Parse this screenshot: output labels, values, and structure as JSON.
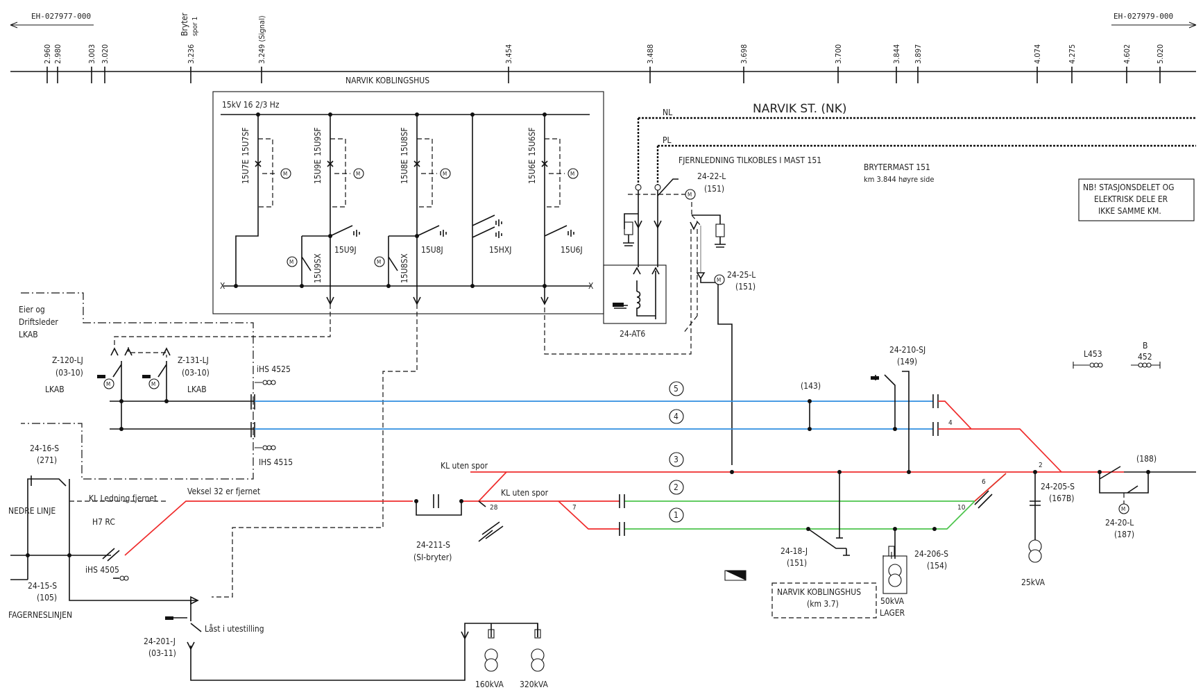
{
  "top": {
    "left_ref": "EH-027977-000",
    "right_ref": "EH-027979-000",
    "bryter_label": "Bryter",
    "bryter_sub": "spor 1",
    "km_marks": [
      "2.960",
      "2.980",
      "3.003",
      "3.020",
      "3.236",
      "3.249 (Signal)",
      "3.454",
      "3.488",
      "3.698",
      "3.700",
      "3.844",
      "3.897",
      "4.074",
      "4.275",
      "4.602",
      "5.020"
    ],
    "section_label": "NARVIK KOBLINGSHUS"
  },
  "koblingshus": {
    "supply": "15kV 16 2/3 Hz",
    "vert_labels": [
      "15U7E",
      "15U7SF",
      "15U9E",
      "15U9SF",
      "15U8E",
      "15U8SF",
      "15U6E",
      "15U6SF"
    ],
    "motor_labels": [
      "15U9SX",
      "15U8SX"
    ],
    "earth_labels": [
      "15U9J",
      "15U8J",
      "15HXJ",
      "15U6J"
    ],
    "end_x": "X",
    "autotrafo": "24-AT6"
  },
  "station": {
    "name": "NARVIK ST. (NK)",
    "nl": "NL",
    "pl": "PL",
    "fjern": "FJERNLEDNING TILKOBLES I MAST 151",
    "brytermast": "BRYTERMAST 151",
    "brytermast_km": "km 3.844 høyre side",
    "nb_lines": [
      "NB! STASJONSDELET OG",
      "ELEKTRISK DELE ER",
      "IKKE SAMME KM."
    ]
  },
  "switches": {
    "s22": "24-22-L",
    "s22_mast": "(151)",
    "s25": "24-25-L",
    "s25_mast": "(151)",
    "s210": "24-210-SJ",
    "s210_mast": "(149)",
    "l453": "L453",
    "b452_a": "B",
    "b452_b": "452",
    "m143": "(143)",
    "s205": "24-205-S",
    "s205_mast": "(167B)",
    "m188": "(188)",
    "s20": "24-20-L",
    "s20_mast": "(187)",
    "s211": "24-211-S",
    "s211_sub": "(SI-bryter)",
    "s18": "24-18-J",
    "s18_mast": "(151)",
    "s206": "24-206-S",
    "s206_mast": "(154)",
    "s16": "24-16-S",
    "s16_mast": "(271)",
    "s15": "24-15-S",
    "s15_mast": "(105)",
    "s201": "24-201-J",
    "s201_mast": "(03-11)",
    "z120": "Z-120-LJ",
    "z120_mast": "(03-10)",
    "z120_own": "LKAB",
    "z131": "Z-131-LJ",
    "z131_mast": "(03-10)",
    "z131_own": "LKAB",
    "ihs4525": "iHS 4525",
    "ihs4515": "IHS 4515",
    "ihs4505": "iHS 4505"
  },
  "misc": {
    "eier_lines": [
      "Eier og",
      "Driftsleder",
      "LKAB"
    ],
    "nedre": "NEDRE LINJE",
    "fagernes": "FAGERNESLINJEN",
    "kl_ledning": "KL Ledning fjernet",
    "h7rc": "H7 RC",
    "veksel": "Veksel 32 er fjernet",
    "kl_uten_1": "KL uten spor",
    "kl_uten_2": "KL uten spor",
    "laast": "Låst i utestilling",
    "koblingshus_box": [
      "NARVIK KOBLINGSHUS",
      "(km 3.7)"
    ],
    "lager_trafo": "50kVA",
    "lager_label": "LAGER",
    "trafo_25": "25kVA",
    "trafo_160": "160kVA",
    "trafo_320": "320kVA",
    "track_nums": [
      "5",
      "4",
      "3",
      "2",
      "1"
    ],
    "switch_nums": [
      "4",
      "2",
      "6",
      "10",
      "28",
      "7"
    ]
  }
}
